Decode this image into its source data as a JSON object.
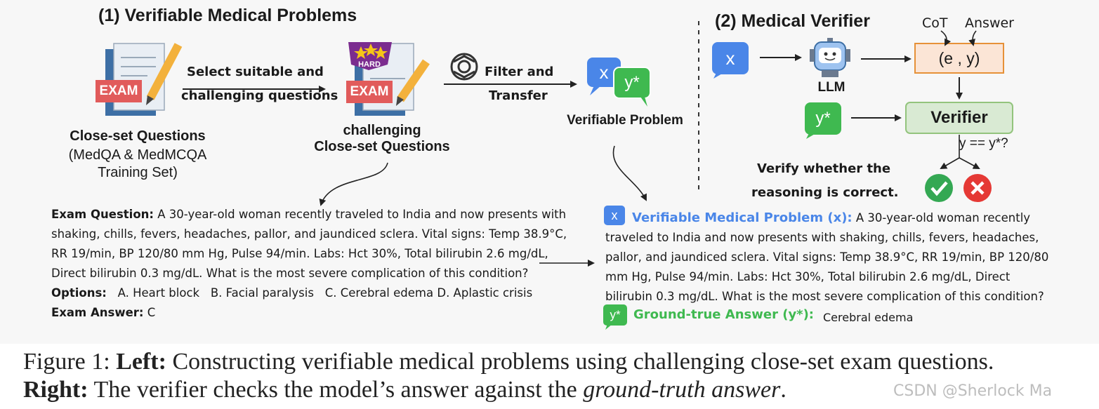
{
  "left": {
    "title": "(1) Verifiable Medical Problems",
    "exam_badge": "EXAM",
    "hard_badge": "HARD",
    "arrow1_line1": "Select suitable and",
    "arrow1_line2": "challenging questions",
    "arrow2_line1": "Filter and",
    "arrow2_line2": "Transfer",
    "closed_set_title": "Close-set Questions",
    "closed_set_sub1": "(MedQA & MedMCQA",
    "closed_set_sub2": "Training Set)",
    "challenging_1": "challenging",
    "challenging_2": "Close-set Questions",
    "verifiable_problem": "Verifiable Problem",
    "x_symbol": "x",
    "y_symbol": "y*"
  },
  "right": {
    "title": "(2) Medical Verifier",
    "cot": "CoT",
    "answer": "Answer",
    "pair": "(e , y)",
    "llm": "LLM",
    "verifier": "Verifier",
    "condition": "y == y*?",
    "note_line1": "Verify whether the",
    "note_line2": "reasoning is correct.",
    "x_symbol": "x",
    "y_symbol": "y*"
  },
  "exam": {
    "question_label": "Exam Question:",
    "question_line1": "A 30-year-old woman recently traveled to India and now presents with",
    "question_lines": [
      "shaking, chills, fevers, headaches, pallor, and jaundiced sclera. Vital signs: Temp 38.9°C,",
      "RR 19/min, BP 120/80 mm Hg, Pulse 94/min. Labs: Hct 30%, Total bilirubin 2.6 mg/dL,",
      "Direct bilirubin 0.3 mg/dL. What is the most severe complication of this condition?"
    ],
    "options_label": "Options:",
    "options": [
      "A. Heart block",
      "B. Facial paralysis",
      "C. Cerebral edema",
      "D. Aplastic crisis"
    ],
    "answer_label": "Exam Answer:",
    "answer_value": "C"
  },
  "verifiable": {
    "x_symbol": "x",
    "label": "Verifiable Medical Problem (x):",
    "line1": "A 30-year-old woman recently",
    "lines": [
      "traveled to India and now presents with shaking, chills, fevers, headaches,",
      "pallor, and jaundiced sclera. Vital signs: Temp 38.9°C, RR 19/min, BP 120/80",
      "mm Hg, Pulse 94/min. Labs: Hct 30%, Total bilirubin 2.6 mg/dL, Direct",
      "bilirubin 0.3 mg/dL. What is the most severe complication of this condition?"
    ],
    "y_symbol": "y*",
    "answer_label": "Ground-true Answer (y*):",
    "answer_value": "Cerebral edema"
  },
  "caption": {
    "prefix": "Figure 1:",
    "left_bold": "Left:",
    "left_text": "Constructing verifiable medical problems using challenging close-set exam questions.",
    "right_bold": "Right:",
    "right_text": "The verifier checks the model’s answer against the",
    "right_italic": "ground-truth answer",
    "right_end": "."
  },
  "watermark": "CSDN @Sherlock  Ma",
  "colors": {
    "exam_red": "#e15b5b",
    "doc_blue": "#3d6fa5",
    "x_blue": "#4a86e8",
    "y_green": "#3fb950",
    "verifier_fill": "#d9ead3",
    "pair_fill": "#fbe5d6",
    "pair_border": "#e69138",
    "hard_purple": "#7b2c8f",
    "correct_green": "#34a853",
    "wrong_red": "#e53935"
  }
}
